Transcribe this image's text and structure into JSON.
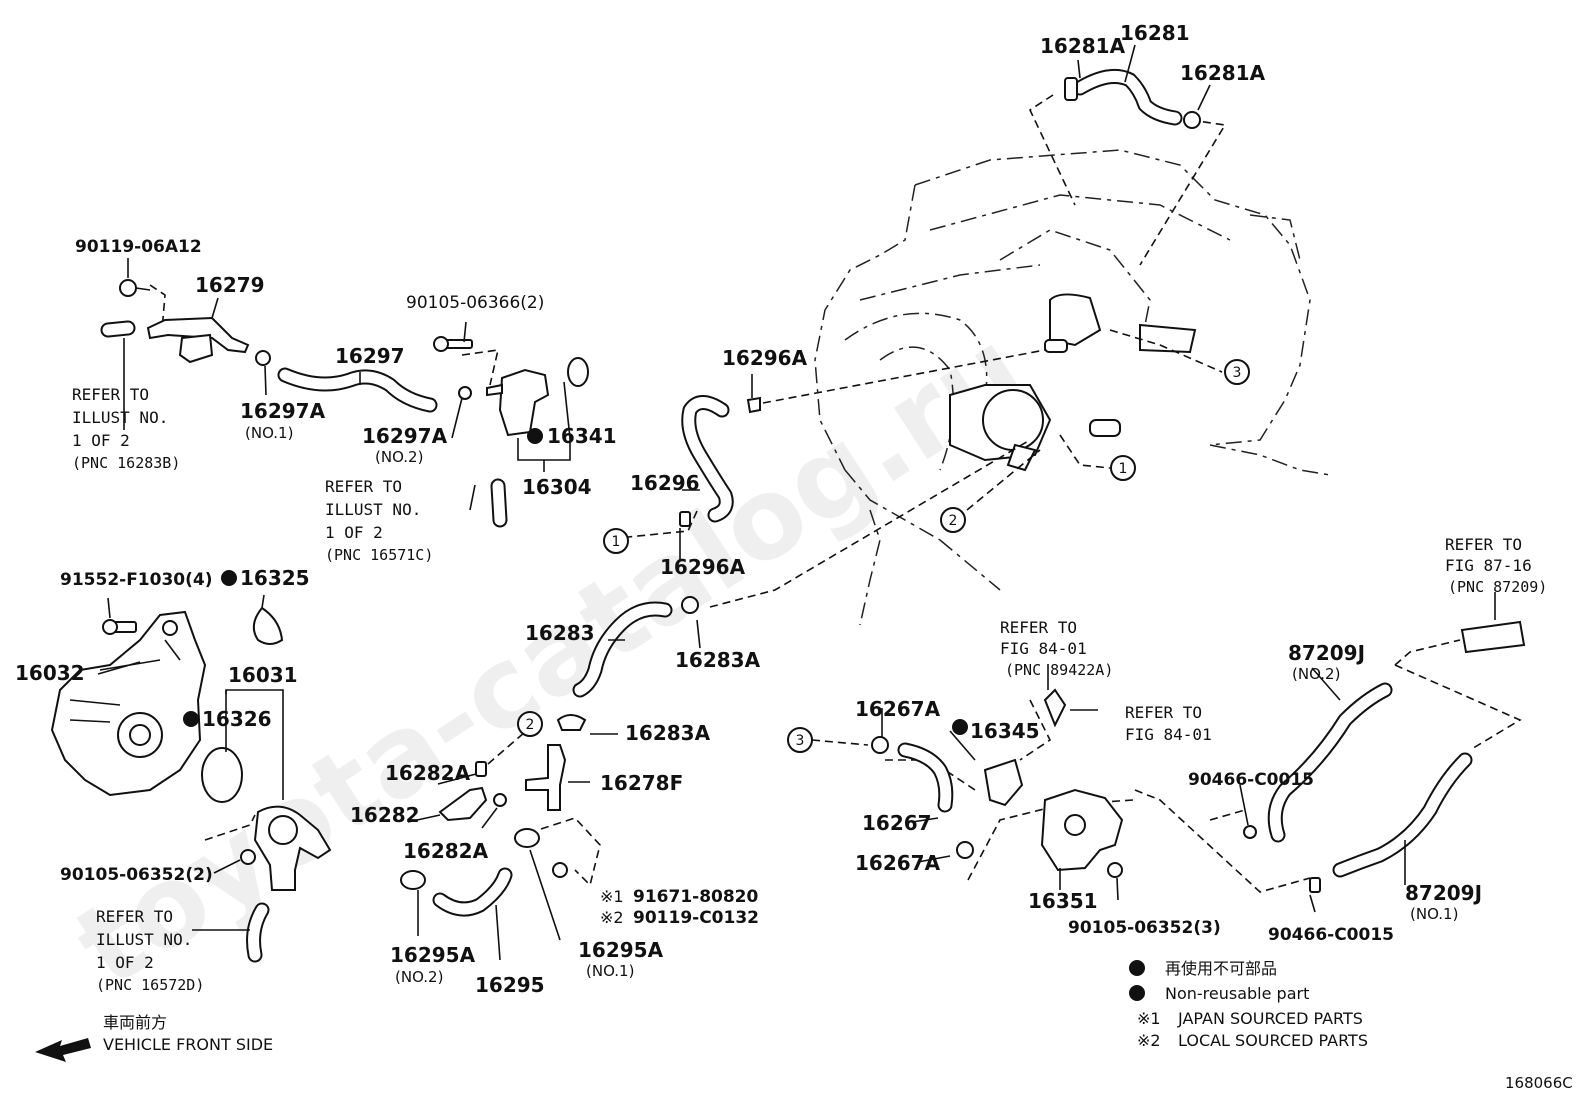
{
  "watermark": "toyota-catalog.ru",
  "diagram_id": "168066C",
  "labels": {
    "p16281A_left": "16281A",
    "p16281": "16281",
    "p16281A_right": "16281A",
    "p90119_06A12": "90119-06A12",
    "p16279": "16279",
    "p90105_06366": "90105-06366(2)",
    "p16297": "16297",
    "p16297A_no1": "16297A",
    "p16297A_no2": "16297A",
    "p16341": "16341",
    "p16304": "16304",
    "p16296A_top": "16296A",
    "p16296": "16296",
    "p16296A_bottom": "16296A",
    "p91552": "91552-F1030(4)",
    "p16325": "16325",
    "p16032": "16032",
    "p16031": "16031",
    "p16326": "16326",
    "p16283": "16283",
    "p16283A_top": "16283A",
    "p16283A_bottom": "16283A",
    "p16282A_top": "16282A",
    "p16282": "16282",
    "p16282A_bottom": "16282A",
    "p16278F": "16278F",
    "p90105_06352_2": "90105-06352(2)",
    "p91671": "91671-80820",
    "p90119_C0132": "90119-C0132",
    "p16295A_no2": "16295A",
    "p16295": "16295",
    "p16295A_no1": "16295A",
    "p16267A_top": "16267A",
    "p16267": "16267",
    "p16267A_bottom": "16267A",
    "p16345": "16345",
    "p16351": "16351",
    "p90105_06352_3": "90105-06352(3)",
    "p87209J_no2": "87209J",
    "p87209J_no1": "87209J",
    "p90466_top": "90466-C0015",
    "p90466_bottom": "90466-C0015"
  },
  "sublabels": {
    "no1": "(NO.1)",
    "no2": "(NO.2)"
  },
  "marks": {
    "m1": "※1",
    "m2": "※2"
  },
  "circle_refs": [
    "1",
    "2",
    "3"
  ],
  "refer_notes": {
    "illust_16283B": [
      "REFER TO",
      "ILLUST NO.",
      "1 OF 2",
      "(PNC 16283B)"
    ],
    "illust_16571C": [
      "REFER TO",
      "ILLUST NO.",
      "1 OF 2",
      "(PNC 16571C)"
    ],
    "illust_16572D": [
      "REFER TO",
      "ILLUST NO.",
      "1 OF 2",
      "(PNC 16572D)"
    ],
    "fig_84_01_pnc": [
      "REFER TO",
      "FIG 84-01",
      "(PNC 89422A)"
    ],
    "fig_84_01": [
      "REFER TO",
      "FIG 84-01"
    ],
    "fig_87_16": [
      "REFER TO",
      "FIG 87-16",
      "(PNC 87209)"
    ]
  },
  "legend": {
    "bullet_jp": "再使用不可部品",
    "bullet_en": "Non-reusable part",
    "m1_text": "JAPAN SOURCED PARTS",
    "m2_text": "LOCAL SOURCED PARTS"
  },
  "direction": {
    "jp": "車両前方",
    "en": "VEHICLE FRONT SIDE"
  }
}
